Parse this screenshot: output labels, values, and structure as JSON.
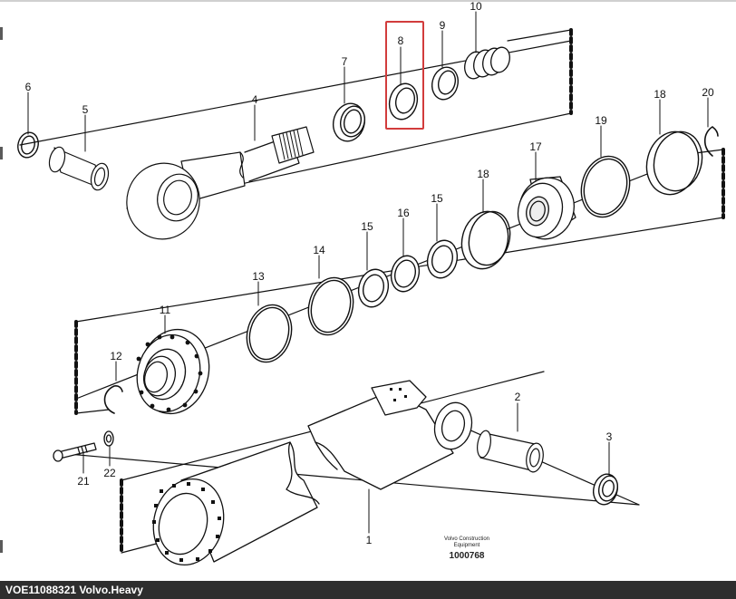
{
  "labels": {
    "p1": "1",
    "p2": "2",
    "p3": "3",
    "p4": "4",
    "p5": "5",
    "p6": "6",
    "p7": "7",
    "p8": "8",
    "p9": "9",
    "p10": "10",
    "p11": "11",
    "p12": "12",
    "p13": "13",
    "p14": "14",
    "p15a": "15",
    "p15b": "15",
    "p16": "16",
    "p17": "17",
    "p18a": "18",
    "p18b": "18",
    "p19": "19",
    "p20": "20",
    "p21": "21",
    "p22": "22"
  },
  "stamp": {
    "line1": "Volvo Construction",
    "line2": "Equipment",
    "number": "1000768"
  },
  "caption": "VOE11088321 Volvo.Heavy",
  "highlight_color": "#d23c3c"
}
